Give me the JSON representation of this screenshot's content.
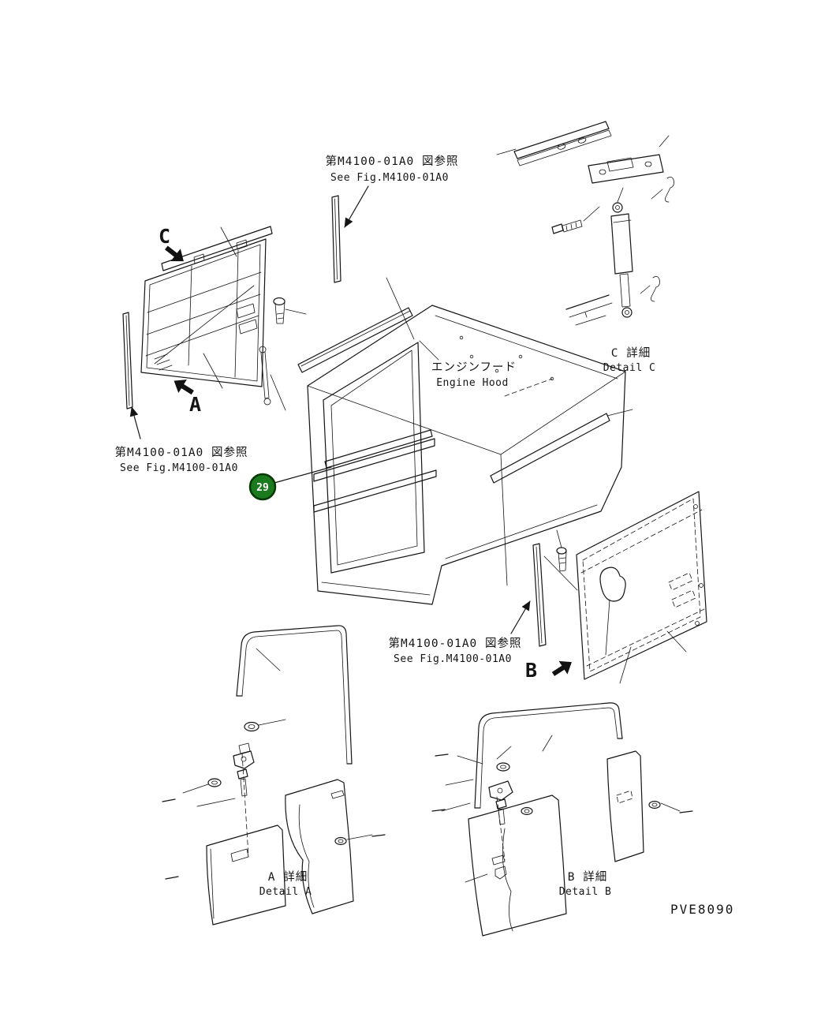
{
  "drawing": {
    "number": "PVE8090",
    "colors": {
      "line": "#141414",
      "background": "#ffffff",
      "callout_fill": "#1c7a1e",
      "callout_text": "#ffffff"
    },
    "annotations": {
      "ref_fig_top": {
        "line1": "第M4100-01A0 図参照",
        "line2": "See Fig.M4100-01A0"
      },
      "ref_fig_left": {
        "line1": "第M4100-01A0 図参照",
        "line2": "See Fig.M4100-01A0"
      },
      "ref_fig_right": {
        "line1": "第M4100-01A0 図参照",
        "line2": "See Fig.M4100-01A0"
      },
      "engine_hood": {
        "line1": "エンジンフード",
        "line2": "Engine Hood"
      }
    },
    "view_labels": {
      "c": "C",
      "a": "A",
      "b": "B"
    },
    "detail_labels": {
      "detail_c": {
        "line1": "C 詳細",
        "line2": "Detail C"
      },
      "detail_a": {
        "line1": "A 詳細",
        "line2": "Detail A"
      },
      "detail_b": {
        "line1": "B 詳細",
        "line2": "Detail B"
      }
    },
    "callouts": [
      {
        "number": "29"
      }
    ]
  }
}
